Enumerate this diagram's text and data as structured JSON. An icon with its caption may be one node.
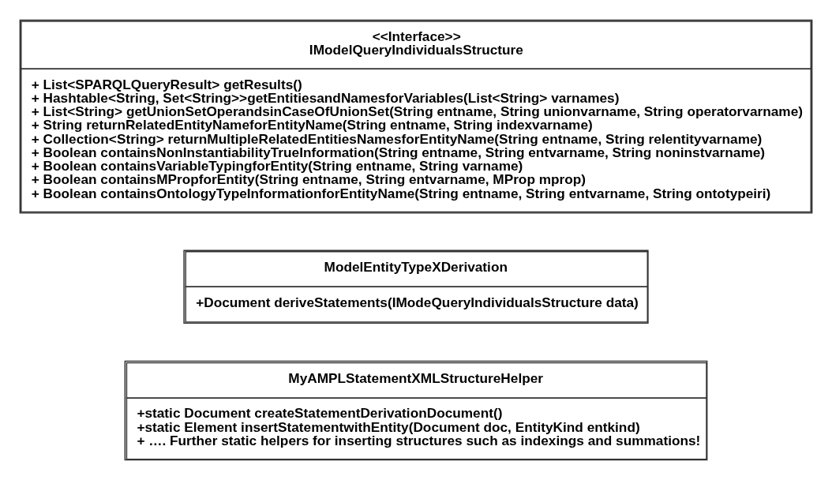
{
  "diagram": {
    "nodes": [
      {
        "text": [
          "MyAMPLStatementXMLStructureHelper",
          "+static Document createStatementDerivationDocument()",
          "+static Element insertStatementwithEntity(Document doc, EntityKind entkind)",
          "+ …. Further static helpers for inserting structures such as indexings and summations!"
        ]
      },
      {
        "text": [
          "ModelEntityTypeXDerivation",
          "+Document deriveStatements(IModeQueryIndividualsStructure data)"
        ]
      },
      {
        "text": [
          "<<Interface>>",
          "IModelQueryIndividualsStructure",
          "+ List<SPARQLQueryResult> getResults()",
          "+ Hashtable<String, Set<String>>getEntitiesandNamesforVariables(List<String> varnames)",
          "+ List<String> getUnionSetOperandsinCaseOfUnionSet(String entname, String unionvarname, String operatorvarname)",
          "+ String returnRelatedEntityNameforEntityName(String entname, String indexvarname)",
          "+ Collection<String> returnMultipleRelatedEntitiesNamesforEntityName(String entname, String relentityvarname)",
          "+ Boolean containsNonInstantiabilityTrueInformation(String entname, String entvarname, String noninstvarname)",
          "+ Boolean containsVariableTypingforEntity(String entname, String varname)",
          "+ Boolean containsMPropforEntity(String entname, String entvarname, MProp mprop)",
          "+ Boolean containsOntologyTypeInformationforEntityName(String entname, String entvarname, String ontotypeiri)"
        ]
      }
    ],
    "edges": []
  }
}
